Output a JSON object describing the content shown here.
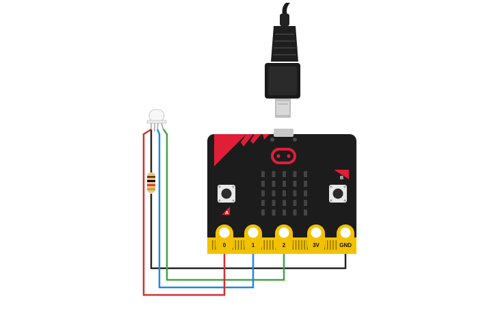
{
  "board": {
    "name": "micro:bit",
    "pins": [
      {
        "label": "0"
      },
      {
        "label": "1"
      },
      {
        "label": "2"
      },
      {
        "label": "3V"
      },
      {
        "label": "GND"
      }
    ],
    "buttons": [
      {
        "label": "A"
      },
      {
        "label": "B"
      }
    ],
    "led_matrix": {
      "rows": 5,
      "cols": 5
    }
  },
  "components": {
    "led": "rgb-led-common-cathode",
    "resistor": "resistor",
    "cable": "usb-cable"
  },
  "wires": [
    {
      "name": "red-wire",
      "color": "#d32f2f",
      "from": "led-red-leg",
      "to": "pin-0"
    },
    {
      "name": "blue-wire",
      "color": "#1e88e5",
      "from": "led-blue-leg",
      "to": "pin-1"
    },
    {
      "name": "green-wire",
      "color": "#43a047",
      "from": "led-green-leg",
      "to": "pin-2"
    },
    {
      "name": "black-wire",
      "color": "#222222",
      "from": "resistor",
      "to": "pin-gnd"
    }
  ],
  "colors": {
    "board": "#1c1c1c",
    "accent": "#e01e37",
    "gold": "#f2c200",
    "led": "#444444",
    "face": "#e01e37"
  }
}
